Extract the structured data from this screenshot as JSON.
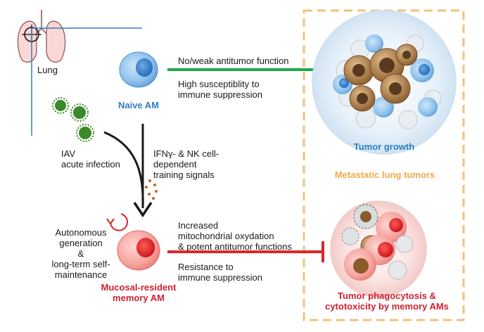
{
  "labels": {
    "lung": "Lung",
    "naive_am": "Naive AM",
    "no_weak_antitumor": "No/weak antitumor function",
    "high_susceptibility": "High susceptiblity to\nimmune suppression",
    "tumor_growth": "Tumor growth",
    "metastatic_lung_tumors": "Metastatic lung tumors",
    "iav_infection": "IAV\nacute infection",
    "training_signals": "IFNγ- & NK cell-\ndependent\ntraining signals",
    "autonomous_generation": "Autonomous\ngeneration\n&\nlong-term self-\nmaintenance",
    "memory_am": "Mucosal-resident\nmemory AM",
    "increased_oxidation": "Increased\nmitochondrial oxydation\n& potent antitumor functions",
    "resistance": "Resistance to\nimmune suppression",
    "phagocytosis": "Tumor phagocytosis &\ncytotoxicity by memory AMs"
  },
  "colors": {
    "naive_blue": "#2f7fc1",
    "memory_red": "#d1202f",
    "growth_arrow_green": "#22a84a",
    "inhibit_red": "#d9262e",
    "box_orange": "#f2a94a",
    "tumor_brown": "#9a6a3a",
    "virus_green": "#3a8a2a"
  }
}
